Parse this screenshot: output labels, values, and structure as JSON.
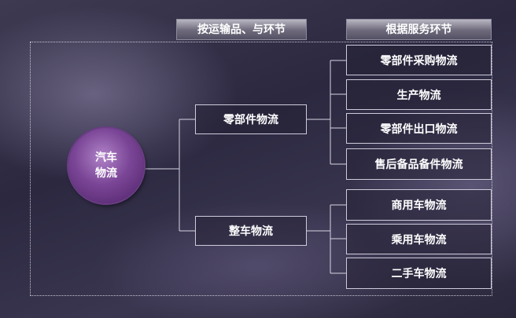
{
  "headers": {
    "left": "按运输品、与环节",
    "right": "根据服务环节"
  },
  "root": {
    "line1": "汽车",
    "line2": "物流"
  },
  "branches": [
    {
      "label": "零部件物流",
      "children": [
        "零部件采购物流",
        "生产物流",
        "零部件出口物流",
        "售后备品备件物流"
      ]
    },
    {
      "label": "整车物流",
      "children": [
        "商用车物流",
        "乘用车物流",
        "二手车物流"
      ]
    }
  ]
}
